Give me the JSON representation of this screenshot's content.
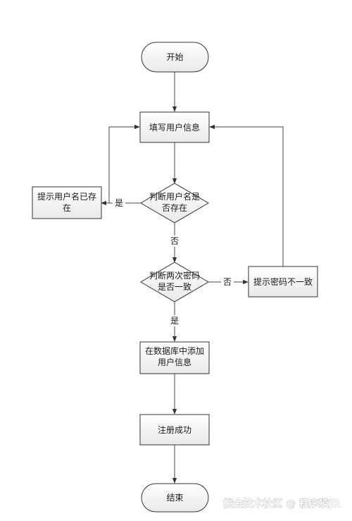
{
  "nodes": {
    "start": "开始",
    "fill_info": "填写用户信息",
    "check_name": [
      "判断用户名是",
      "否存在"
    ],
    "name_exists": [
      "提示用户名已存",
      "在"
    ],
    "check_password": [
      "判断两次密码",
      "是否一致"
    ],
    "password_mismatch": "提示密码不一致",
    "add_to_db": [
      "在数据库中添加",
      "用户信息"
    ],
    "register_success": "注册成功",
    "end": "结束"
  },
  "edges": {
    "name_exists_yes": "是",
    "name_exists_no": "否",
    "password_match_no": "否",
    "password_match_yes": "是"
  },
  "watermark": "掘金技术社区 @ 程序猿JR"
}
